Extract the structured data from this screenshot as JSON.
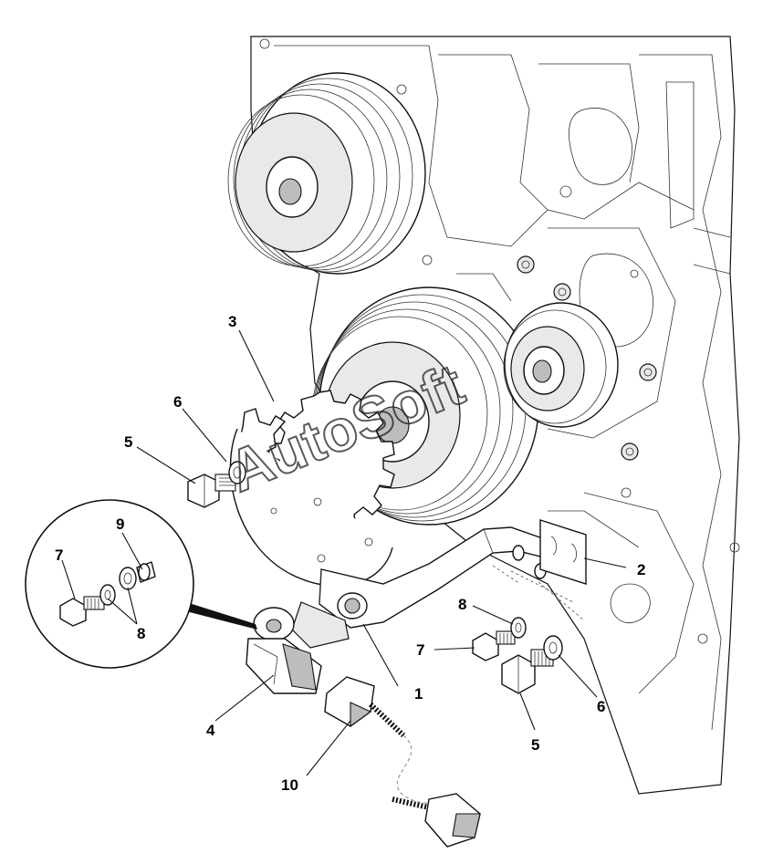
{
  "watermark": "AutoSoft",
  "callouts": {
    "c1": "1",
    "c2": "2",
    "c3": "3",
    "c4": "4",
    "c5a": "5",
    "c5b": "5",
    "c6a": "6",
    "c6b": "6",
    "c7a": "7",
    "c7b": "7",
    "c8a": "8",
    "c8b": "8",
    "c9": "9",
    "c10": "10"
  }
}
